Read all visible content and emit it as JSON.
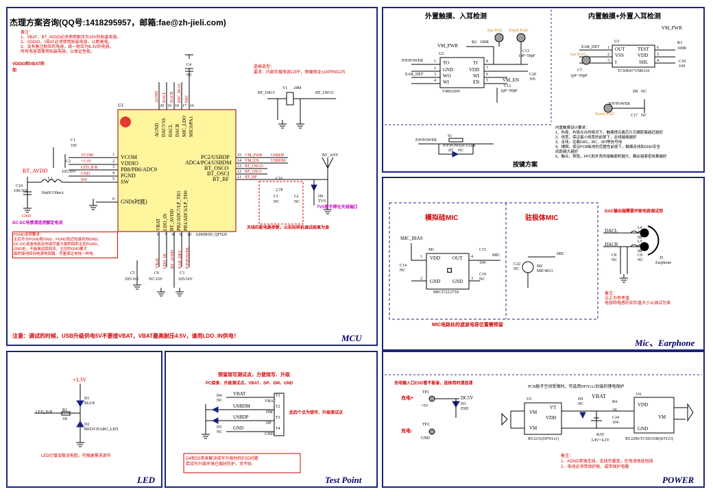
{
  "mcu": {
    "header": "杰理方案咨询(QQ号:1418295957，邮箱:fae@zh-jieli.com)",
    "notes": [
      "备注：",
      "1、VBAT、BT_AVDD必须使用耐压为16V的贴装电容。",
      "2、VDDIO、VBAT必须使用贴装电容，以耐高电。",
      "3、没有备注耐压的电容，统一耐压为6.3V的电容。",
      "   所有电容请使用贴装电容，以保证性能。"
    ],
    "vddio_warn_a": "VDDIO和VBAT的",
    "vddio_warn_b": "加",
    "crystal_title": "晶振选型：",
    "crystal_req": "要求：内部负载电容12PF，频偏保证±10PPM以内",
    "dcdc_note": "DC-DC电感请选用额定电流",
    "pgnd_notes": [
      "PGND说明要求：",
      "主控不分PGND和GND。PGND就近短接到地GND。",
      "DC-DC滤波电容及地请尽量大面积回到主控PGND。",
      "GND处，不能做远距回流。主控的GND要大",
      "面积接地回到电源地回路，尽量保证地线一样地。"
    ],
    "ant_note": "天线匹配电路参数，以实际样机调试结果为准",
    "tvs_note": "TVS管不焊在天线端口",
    "warning": "注意：调试的时候，USB升级供电5V不要接VBAT，VBAT最高耐压4.5V，请用LDO_IN供电！",
    "chip_name": "AD6983D_QFN20",
    "u1": "U1",
    "left_pins": [
      {
        "num": "1",
        "name": "VCOM",
        "net": "VCOM"
      },
      {
        "num": "2",
        "name": "VDDIO",
        "net": "+3.3V"
      },
      {
        "num": "3",
        "name": "PB8/PB6/ADC9",
        "net": "LED_B/R"
      },
      {
        "num": "4",
        "name": "PGND",
        "net": "GND"
      },
      {
        "num": "5",
        "name": "SW",
        "net": "SW"
      }
    ],
    "gnd_pin": {
      "num": "0",
      "name": "GND(衬底)"
    },
    "right_pins": [
      {
        "num": "15",
        "name": "PC2/USBDP",
        "net": "VM_PWR"
      },
      {
        "num": "14",
        "name": "ADC4/PC4/USBDM",
        "net": "VM_EN"
      },
      {
        "num": "13",
        "name": "BT_OSCO",
        "net": "BT_OSCO"
      },
      {
        "num": "12",
        "name": "BT_OSCI",
        "net": "BT_OSCI"
      },
      {
        "num": "11",
        "name": "BT_RF",
        "net": "BT_RF"
      }
    ],
    "right_nets_extra": [
      "USBDP",
      "USBDM"
    ],
    "top_pins": [
      {
        "num": "20",
        "name": "AGND",
        "net": "AGND"
      },
      {
        "num": "19",
        "name": "DACVSS",
        "net": "DACL"
      },
      {
        "num": "18",
        "name": "DACL",
        "net": "DACR"
      },
      {
        "num": "17",
        "name": "DACR",
        "net": "MIC_BIAS"
      },
      {
        "num": "16",
        "name": "MIC_LDO",
        "net": "MIC"
      },
      {
        "num": "",
        "name": "MIC0/PA1",
        "net": ""
      }
    ],
    "bottom_pins": [
      {
        "num": "6",
        "name": "VBAT",
        "net": "VBAT"
      },
      {
        "num": "7",
        "name": "LDO_IN",
        "net": "LDO_IN"
      },
      {
        "num": "8",
        "name": "BT_AVDD",
        "net": "BT_AVDD"
      },
      {
        "num": "9",
        "name": "PB2/ADC7/LP_TH1",
        "net": "EAR_DET"
      },
      {
        "num": "10",
        "name": "PB1/ADC6/LP_TH0",
        "net": "P/P/POWER"
      }
    ],
    "parts": {
      "c4": "C4",
      "c4v": "NC",
      "c1": "C1",
      "c1v": "105",
      "c2": "C2",
      "c2v": "105/10V",
      "c10": "C10",
      "c10v": "106/16V",
      "l1": "L1",
      "l1v": "10uH/150mA",
      "bt_avdd": "BT_AVDD",
      "gnd": "GND",
      "y1": "Y1",
      "y1v": "24M",
      "bt_osci": "BT_OSCI",
      "bt_osco": "BT_OSCO",
      "bt_ant": "BT_ANT",
      "c16": "C16",
      "c16v": "2.7P",
      "l3": "L3",
      "l3v": "NC",
      "l2": "L2",
      "l2v": "NC",
      "d6": "D6",
      "d6v": "TVS",
      "c5": "C5",
      "c5v": "105/16V",
      "c6": "C6",
      "c6v": "NC/16V",
      "c3": "C3",
      "c3v": "105/16V"
    },
    "title": "MCU"
  },
  "touch": {
    "title_left": "外置触摸、入耳检测",
    "title_right": "内置触摸+外置入耳检测",
    "ear_pad": "Ear PAD",
    "touch_pad": "Touch PAD",
    "vm_pwr": "VM_PWR",
    "ear_det": "EAR_DET",
    "pp_power": "P/P/POWER",
    "vm_en": "VM_EN",
    "u2": "U2",
    "u2_name": "VM6320N",
    "u2_left": [
      "TO",
      "GND",
      "WO",
      "WI"
    ],
    "u2_right": [
      "TI",
      "VDD",
      "WI",
      "EN"
    ],
    "u2_lnums": [
      "1",
      "2",
      "3",
      "4"
    ],
    "u2_rnums": [
      "8",
      "7",
      "6",
      "5"
    ],
    "r2": "R2",
    "r2v": "100R",
    "c13": "C13",
    "c13v": "1pF~50pF",
    "c20": "C20",
    "c20v": "105",
    "c12": "C12",
    "c12v": "1pF~50pF",
    "u3": "U3",
    "u3_name": "TCS9047/VM6310",
    "u3_left": [
      "OUT",
      "VSS",
      "I"
    ],
    "u3_right": [
      "TEST",
      "VDD",
      "SHL"
    ],
    "u3_lnums": [
      "1",
      "2",
      "3"
    ],
    "u3_rnums": [
      "6",
      "5",
      "4"
    ],
    "r3": "R3",
    "r3v": "100R",
    "c18": "C18",
    "c18v": "104",
    "c7": "C7",
    "c7v": "1pF~50pF",
    "d8": "D8",
    "d8v": "NC",
    "c17": "C17",
    "c17v": "NC",
    "s1": "S1",
    "s1_label": "P/P/POWER/TALK",
    "d7": "D7",
    "d7v": "NC",
    "key_title": "按键方案",
    "design_notes": [
      "内置触摸设计要求：",
      "1、布局，布局允许的情况下，触摸焊点离芯片引脚距离越近越好",
      "2、线宽，保证最小线宽的前提下，走线越细越好",
      "3、走线，远离DAC、BC、SPI等信号线",
      "4、铺铜，保证PCB板地的完整性前提下，触摸走线和GND安全",
      "   间距越大越好",
      "5、触点，铜箔，FPC和外壳的接触面积越大，耦合越紧密效果越好"
    ]
  },
  "mic": {
    "analog_title": "模拟硅MIC",
    "electret_title": "驻极体MIC",
    "mic_bias": "MIC_BIAS",
    "m1": "M1",
    "m1_name": "MIC3722/2718",
    "m1_pins": [
      "VDD",
      "OUT",
      "GND",
      "GND"
    ],
    "m1_nums": [
      "1",
      "4",
      "2",
      "3"
    ],
    "c14": "C14",
    "c14v": "NC",
    "c15": "C15",
    "c15v": "104",
    "c19": "C19",
    "c19v": "NC",
    "mic_net": "MIC",
    "c22": "C22",
    "c22v": "NC",
    "m2": "M2",
    "m2v": "MIC4013",
    "mic_note": "MIC电路处的滤波电容位置需预留",
    "dac_note": "DAC输出端需要并联电容调试用",
    "dacl": "DACL",
    "dacr": "DACR",
    "l4": "L4",
    "l4v": "0R",
    "l5": "L5",
    "l5v": "0R",
    "c8": "C8",
    "c8v": "NC",
    "c9": "C9",
    "c9v": "NC",
    "j5": "J5",
    "j5v": "Earphone",
    "note": [
      "备注：",
      "以上为参考值",
      "电容和电感的实际值大小以调试为准"
    ],
    "title": "Mic、Earphone"
  },
  "led": {
    "v33": "+3.3V",
    "d1": "D1",
    "d1v": "BLUE",
    "r1": "R1",
    "r1v": "1K",
    "net": "LED_B/R",
    "d2": "D2",
    "d2v": "RED/CHARG_LED",
    "note": "LED灯增加限流电阻，可根据需求调节",
    "title": "LED"
  },
  "testpoint": {
    "header": "预留烧写测试点，方便烧写、升级",
    "sub": "PC烧录、升级测试点，VBAT、DP、DM、GND",
    "nets": [
      "VBAT",
      "USBDM",
      "USBDP",
      "GND"
    ],
    "tnums": [
      "T1",
      "T2",
      "T3",
      "T4"
    ],
    "tnames": [
      "VBAT",
      "DM",
      "DP",
      "GND"
    ],
    "d4": "D4",
    "d4v": "NC",
    "d5": "D5",
    "d5v": "NC",
    "side_note": "此四个点为烧写、升级测试点",
    "box": [
      "D4和D5用来解决烧写升级时的ESD问题",
      "若烧写升级环境已做好防护，可不贴"
    ],
    "title": "Test Point"
  },
  "power": {
    "charge_note": "充电输入口ESD管不能省，选择用时请选请",
    "charge_plus": "充电+",
    "charge_minus": "充电-",
    "tp1": "TP1",
    "tp1v": "+5V",
    "tp2": "TP2",
    "tp2v": "GND",
    "dc5v": "DC5V",
    "d3": "D3",
    "d3v": "ESD",
    "pcb_note": "PCB板子空间受限时，可选用DFN1x1封装的锂电保护",
    "u5": "U5",
    "u5_name": "RY2231(DFN1x1)",
    "u5_pins": [
      "VT",
      "VDD",
      "VM",
      "VM"
    ],
    "d9": "D9",
    "d9v": "NC",
    "vbat": "VBAT",
    "r4": "R4",
    "r4v": "1K",
    "c24": "C24",
    "c24v": "104",
    "bat": "BAT",
    "batv": "3.4V~4.2V",
    "u6": "U6",
    "u6_name": "RY2200/TCS9333B(SOT23)",
    "u6_pins": [
      "VDD",
      "VM",
      "GND"
    ],
    "note": [
      "备注：",
      "1、AGND单独走线，走线尽量宽，在电池地处短接",
      "2、电池必须带保护板，或带保护电路"
    ],
    "title": "POWER"
  }
}
